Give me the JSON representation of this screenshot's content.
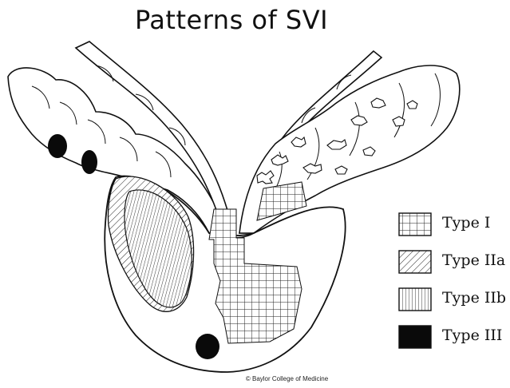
{
  "title": "Patterns of SVI",
  "legend": [
    {
      "key": "type-1",
      "label": "Type I",
      "pattern": "grid"
    },
    {
      "key": "type-2a",
      "label": "Type IIa",
      "pattern": "diagonal"
    },
    {
      "key": "type-2b",
      "label": "Type IIb",
      "pattern": "vertical"
    },
    {
      "key": "type-3",
      "label": "Type III",
      "pattern": "solid"
    }
  ],
  "credit": "© Baylor College of Medicine",
  "colors": {
    "ink": "#111111",
    "background": "#ffffff"
  }
}
